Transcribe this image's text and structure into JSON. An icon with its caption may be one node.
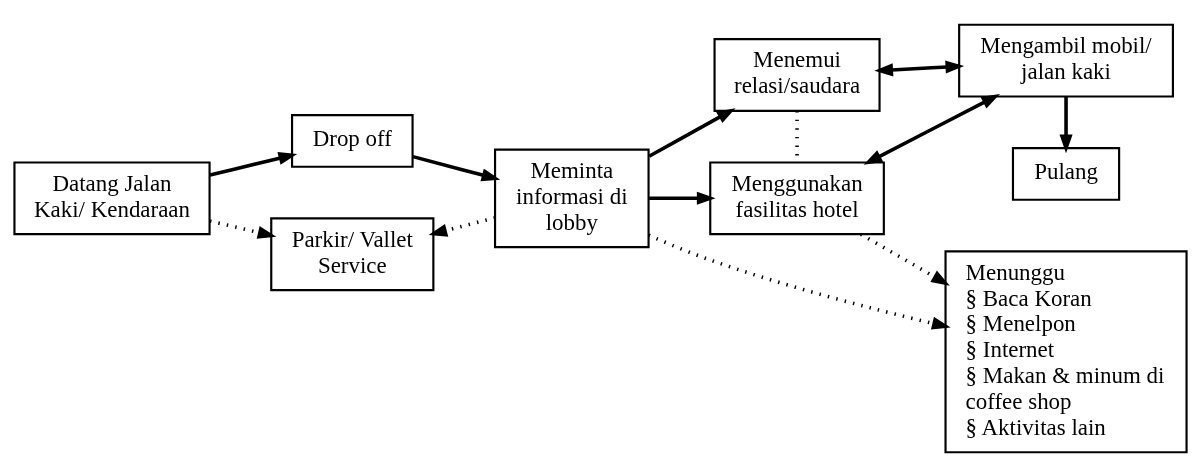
{
  "diagram": {
    "nodes": [
      {
        "text": [
          "Datang Jalan Kaki/ Kendaraan"
        ]
      },
      {
        "text": [
          "Drop off"
        ]
      },
      {
        "text": [
          "Meminta informasi di lobby"
        ]
      },
      {
        "text": [
          "Menemui relasi/saudara"
        ]
      },
      {
        "text": [
          "Menggunakan fasilitas hotel"
        ]
      },
      {
        "text": [
          "Mengambil mobil/ jalan kaki"
        ]
      },
      {
        "text": [
          "Parkir/ Vallet Service"
        ]
      },
      {
        "text": [
          "Menunggu",
          "§ Baca Koran",
          "§ Menelpon",
          "§ Internet",
          "§ Makan & minum di coffee shop",
          "§ Aktivitas lain"
        ]
      },
      {
        "text": [
          "Pulang"
        ]
      }
    ],
    "edges": [
      {
        "from": 0,
        "to": 1,
        "arrow": "to"
      },
      {
        "from": 1,
        "to": 2,
        "arrow": "to"
      },
      {
        "from": 2,
        "to": 3,
        "arrow": "to"
      },
      {
        "from": 2,
        "to": 4,
        "arrow": "to"
      },
      {
        "from": 3,
        "to": 5,
        "arrow": "both"
      },
      {
        "from": 4,
        "to": 5,
        "arrow": "both"
      },
      {
        "from": 3,
        "to": 4,
        "arrow": "none",
        "style": "dashed"
      },
      {
        "from": 0,
        "to": 6,
        "arrow": "to",
        "style": "dashed"
      },
      {
        "from": 2,
        "to": 6,
        "arrow": "to",
        "style": "dashed"
      },
      {
        "from": 2,
        "to": 7,
        "arrow": "to",
        "style": "dashed"
      },
      {
        "from": 4,
        "to": 7,
        "arrow": "to",
        "style": "dashed"
      },
      {
        "from": 5,
        "to": 8,
        "arrow": "to"
      }
    ]
  }
}
